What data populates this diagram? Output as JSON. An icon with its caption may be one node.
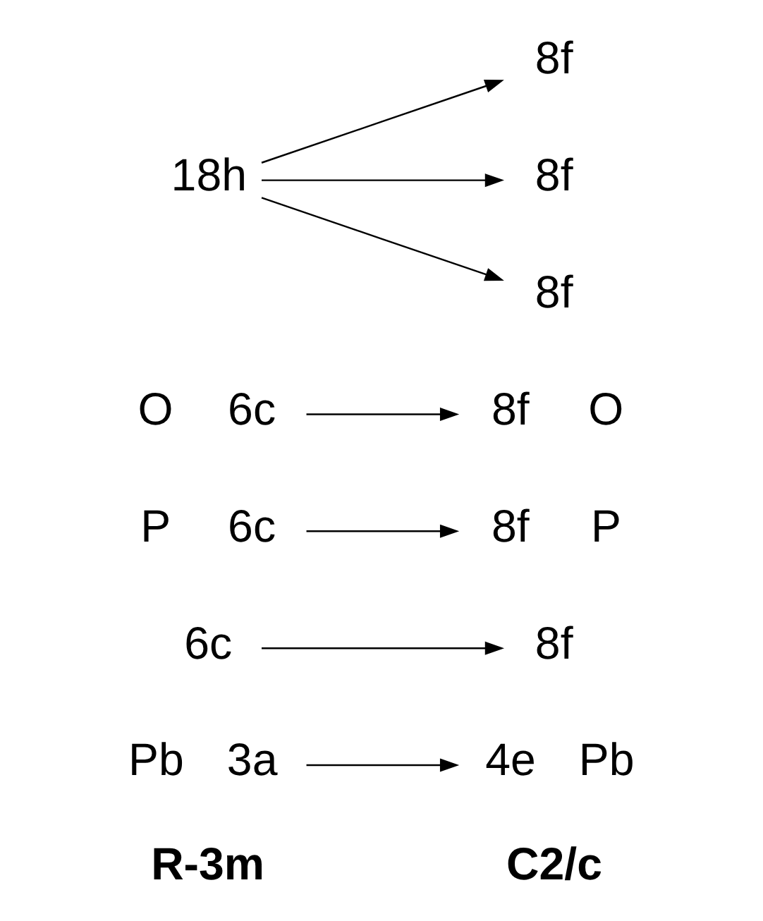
{
  "diagram": {
    "nodes": [
      {
        "text": [
          "3a"
        ],
        "beside": [
          "Pb"
        ]
      },
      {
        "text": [
          "6c"
        ]
      },
      {
        "text": [
          "6c"
        ],
        "beside": [
          "P"
        ]
      },
      {
        "text": [
          "6c"
        ],
        "beside": [
          "O"
        ]
      },
      {
        "text": [
          "18h"
        ]
      },
      {
        "text": [
          "4e"
        ],
        "beside": [
          "Pb"
        ]
      },
      {
        "text": [
          "8f"
        ]
      },
      {
        "text": [
          "8f"
        ],
        "beside": [
          "P"
        ]
      },
      {
        "text": [
          "8f"
        ],
        "beside": [
          "O"
        ]
      },
      {
        "text": [
          "8f"
        ]
      },
      {
        "text": [
          "8f"
        ]
      },
      {
        "text": [
          "8f"
        ]
      }
    ],
    "edges": [
      {
        "from": 0,
        "to": 5,
        "arrow": "to"
      },
      {
        "from": 1,
        "to": 6,
        "arrow": "to"
      },
      {
        "from": 2,
        "to": 7,
        "arrow": "to"
      },
      {
        "from": 3,
        "to": 8,
        "arrow": "to"
      },
      {
        "from": 4,
        "to": 9,
        "arrow": "to"
      },
      {
        "from": 4,
        "to": 10,
        "arrow": "to"
      },
      {
        "from": 4,
        "to": 11,
        "arrow": "to"
      }
    ],
    "labels": [
      "R-3m",
      "C2/c"
    ]
  }
}
